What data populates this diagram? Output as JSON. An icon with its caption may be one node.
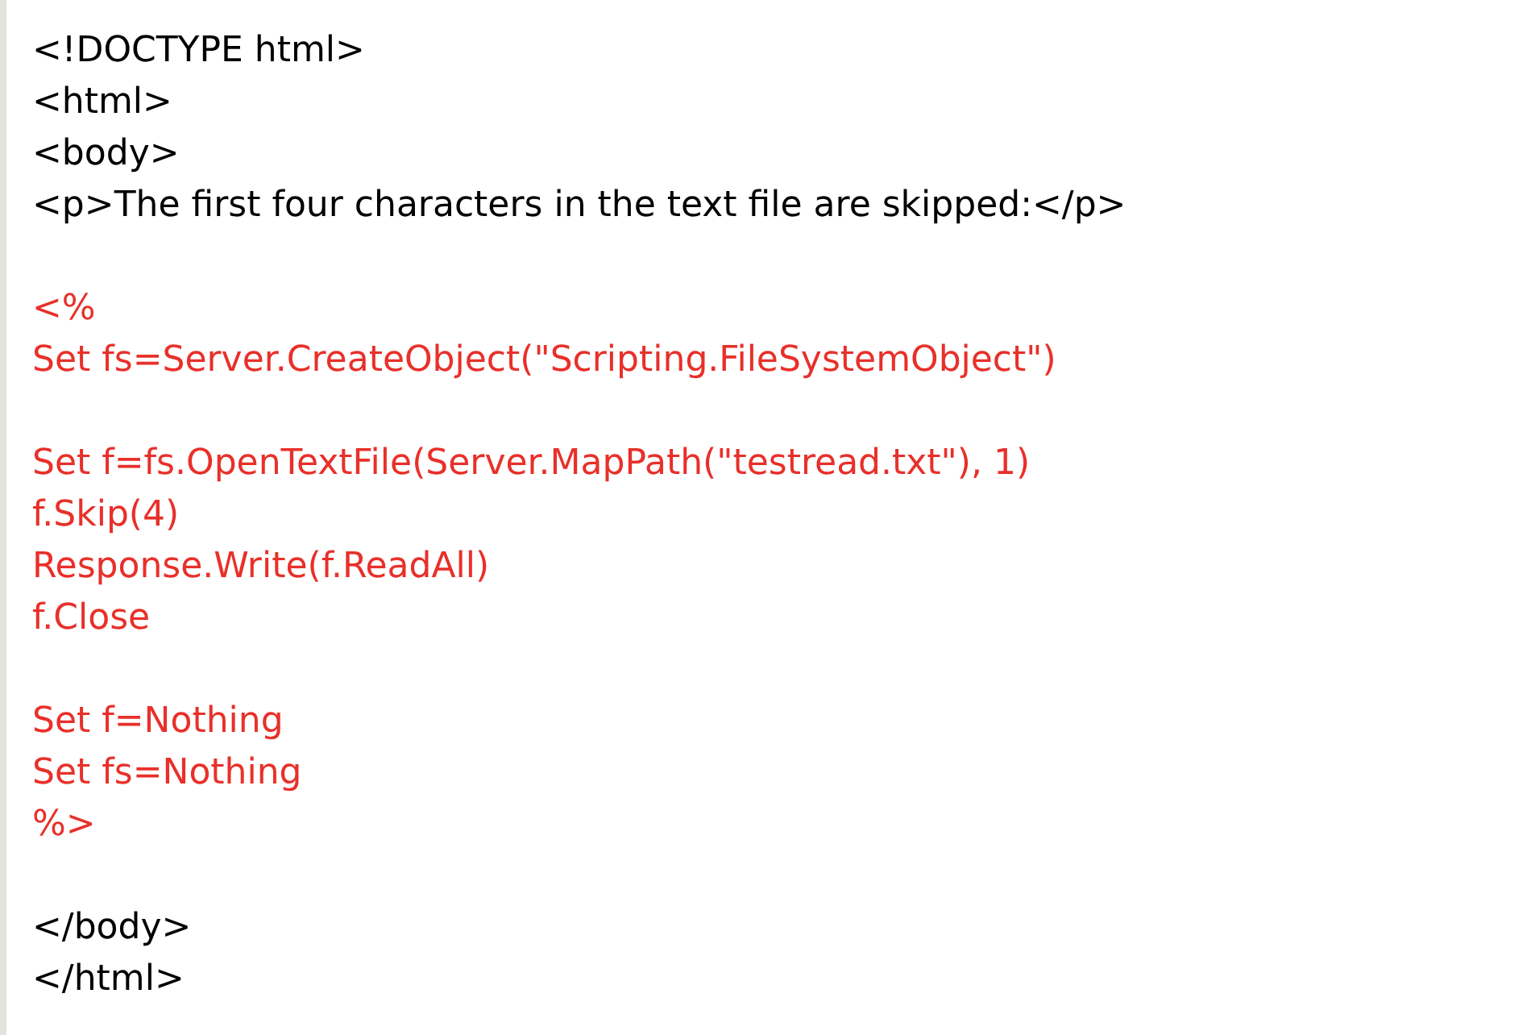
{
  "diagram": {
    "labels": [
      "<!DOCTYPE html>",
      "<html>",
      "<body>",
      "<p>The first four characters in the text file are skipped:</p>",
      "<%",
      "Set fs=Server.CreateObject(\"Scripting.FileSystemObject\")",
      "Set f=fs.OpenTextFile(Server.MapPath(\"testread.txt\"), 1)",
      "f.Skip(4)",
      "Response.Write(f.ReadAll)",
      "f.Close",
      "Set f=Nothing",
      "Set fs=Nothing",
      "%>",
      "</body>",
      "</html>"
    ]
  }
}
